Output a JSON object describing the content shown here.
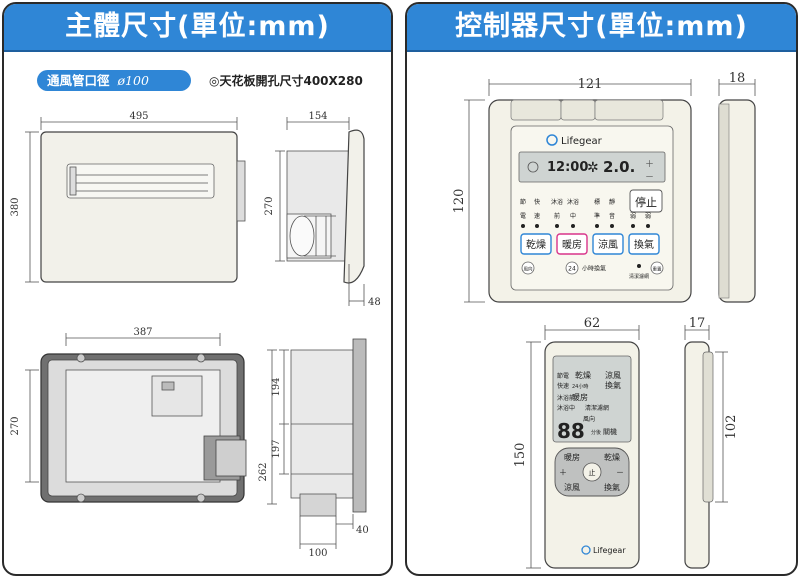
{
  "main_unit": {
    "title": "主體尺寸(單位:mm)",
    "vent_label": "通風管口徑",
    "vent_diameter": "ø100",
    "ceiling_note": "◎天花板開孔尺寸400X280",
    "dims": {
      "front_width": "495",
      "front_height": "380",
      "side_width": "154",
      "side_height": "270",
      "side_depth": "48",
      "bottom_width": "387",
      "bottom_height": "270",
      "profile_a": "194",
      "profile_b": "197",
      "profile_c": "262",
      "duct_width": "100",
      "duct_depth": "40"
    }
  },
  "controller": {
    "title": "控制器尺寸(單位:mm)",
    "brand": "Lifegear",
    "dims": {
      "panel_width": "121",
      "panel_height": "120",
      "panel_depth": "18",
      "remote_width": "62",
      "remote_height": "150",
      "remote_depth": "17",
      "remote_side_height": "102"
    },
    "panel": {
      "display_time": "12:00",
      "display_temp": "2.0.",
      "indicators_row1": [
        "節",
        "快",
        "沐浴",
        "沐浴",
        "標",
        "靜"
      ],
      "indicators_row2": [
        "電",
        "速",
        "前",
        "中",
        "準",
        "音",
        "弱",
        "弱"
      ],
      "stop_button": "停止",
      "mode_buttons": [
        "乾燥",
        "暖房",
        "涼風",
        "換氣"
      ],
      "mode_colors": [
        "#2f86d6",
        "#d8348a",
        "#2f86d6",
        "#2f86d6"
      ],
      "small_buttons": [
        "風向",
        "24",
        "小時換氣",
        "重置"
      ],
      "filter_note": "清潔濾網"
    },
    "remote": {
      "lcd_lines": [
        "節電",
        "乾燥",
        "涼風",
        "快速",
        "24小時",
        "換氣",
        "沐浴前",
        "暖房",
        "沐浴中",
        "清潔濾網",
        "風向",
        "分後",
        "關機"
      ],
      "lcd_digits": "88",
      "keys": [
        "暖房",
        "乾燥",
        "涼風",
        "換氣",
        "止"
      ]
    }
  }
}
